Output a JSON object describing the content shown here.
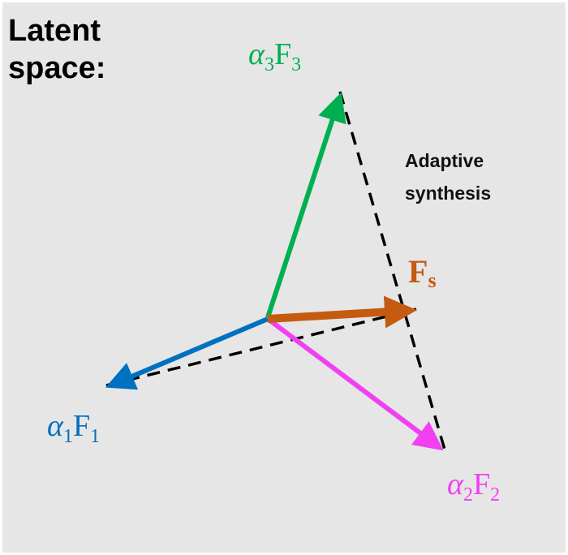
{
  "title": {
    "line1": "Latent",
    "line2": "space:"
  },
  "annotation": {
    "line1": "Adaptive",
    "line2": "synthesis"
  },
  "vectors": [
    {
      "id": "v1",
      "label_alpha": "α",
      "label_sub1": "1",
      "label_F": "F",
      "label_sub2": "1",
      "color": "#0070c0"
    },
    {
      "id": "v2",
      "label_alpha": "α",
      "label_sub1": "2",
      "label_F": "F",
      "label_sub2": "2",
      "color": "#f040f0"
    },
    {
      "id": "v3",
      "label_alpha": "α",
      "label_sub1": "3",
      "label_F": "F",
      "label_sub2": "3",
      "color": "#00b050"
    }
  ],
  "synthesized": {
    "label_F": "F",
    "label_sub": "s",
    "color": "#c55a11"
  },
  "colors": {
    "background": "#e6e6e6",
    "dashed": "#000000"
  }
}
